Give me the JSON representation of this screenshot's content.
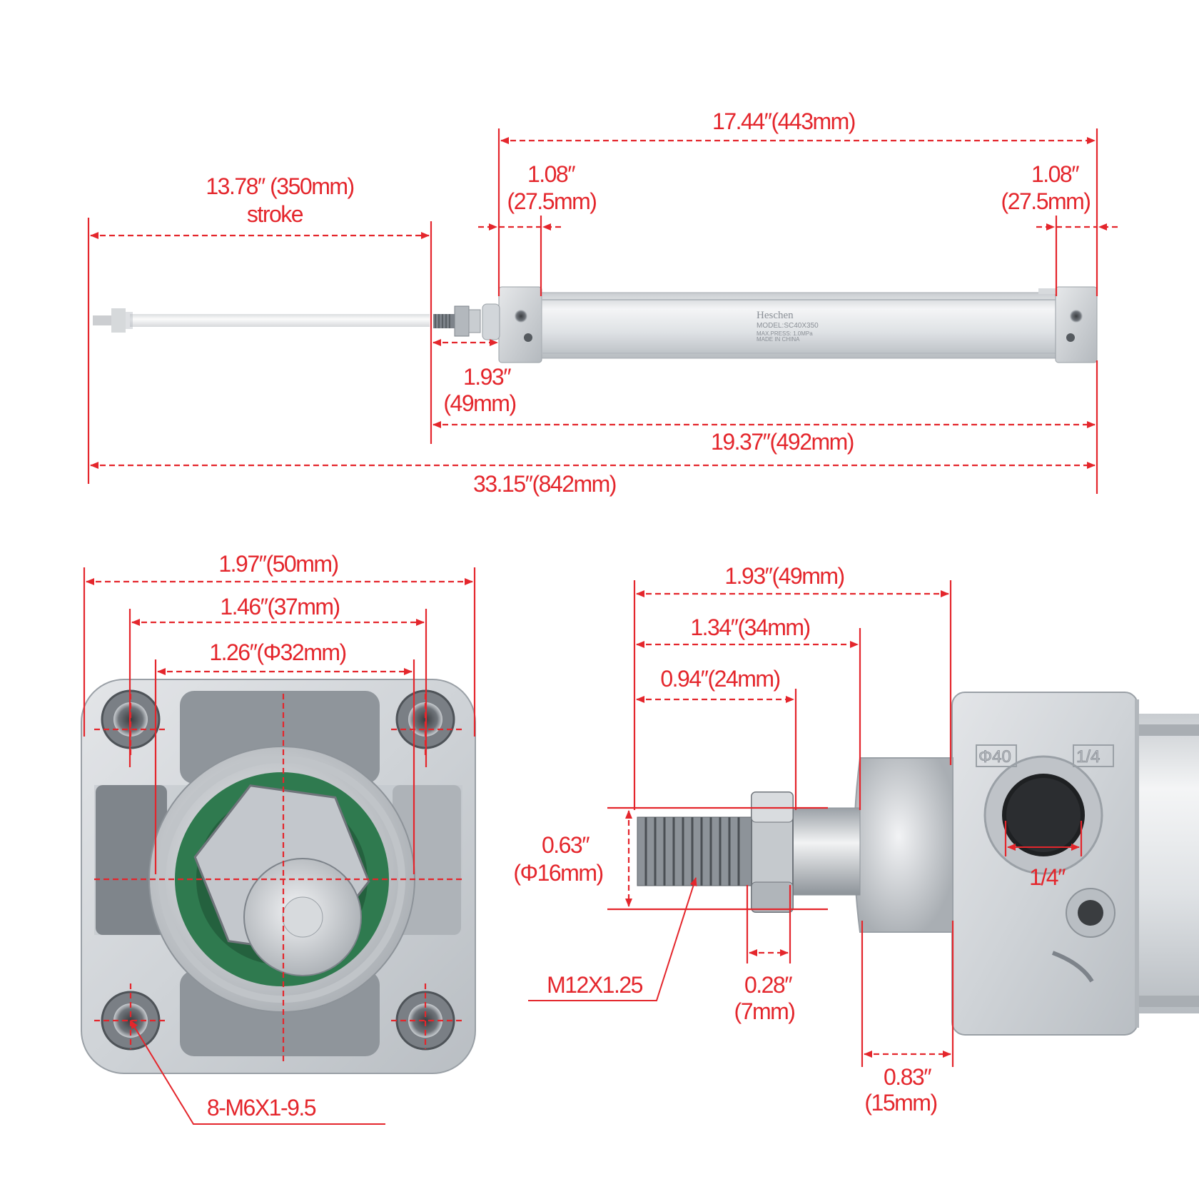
{
  "product": {
    "brand": "Heschen",
    "model": "MODEL:SC40X350",
    "max_press": "MAX.PRESS: 1.0MPa",
    "origin": "MADE IN CHINA"
  },
  "colors": {
    "dimension": "#e4262c",
    "aluminum": "#d4d7db",
    "seal": "#2f7a4f"
  },
  "side_view": {
    "stroke_value": "13.78″ (350mm)",
    "stroke_label": "stroke",
    "body_length": "17.44″(443mm)",
    "front_cap": {
      "inch": "1.08″",
      "mm": "(27.5mm)"
    },
    "rear_cap": {
      "inch": "1.08″",
      "mm": "(27.5mm)"
    },
    "rod_extension": {
      "inch": "1.93″",
      "mm": "(49mm)"
    },
    "retracted_length": "19.37″(492mm)",
    "extended_length": "33.15″(842mm)"
  },
  "end_view": {
    "width": "1.97″(50mm)",
    "bolt_spacing": "1.46″(37mm)",
    "boss_diameter": "1.26″(Φ32mm)",
    "mount_threads": "8-M6X1-9.5"
  },
  "rod_detail": {
    "rod_length": "1.93″(49mm)",
    "boss_length": "1.34″(34mm)",
    "thread_length": "0.94″(24mm)",
    "rod_diameter": {
      "inch": "0.63″",
      "mm": "(Φ16mm)"
    },
    "rod_thread": "M12X1.25",
    "nut_thickness": {
      "inch": "0.28″",
      "mm": "(7mm)"
    },
    "boss_depth": {
      "inch": "0.83″",
      "mm": "(15mm)"
    },
    "port_size": "1/4″",
    "bore_mark": "Φ40",
    "port_mark": "1/4"
  }
}
